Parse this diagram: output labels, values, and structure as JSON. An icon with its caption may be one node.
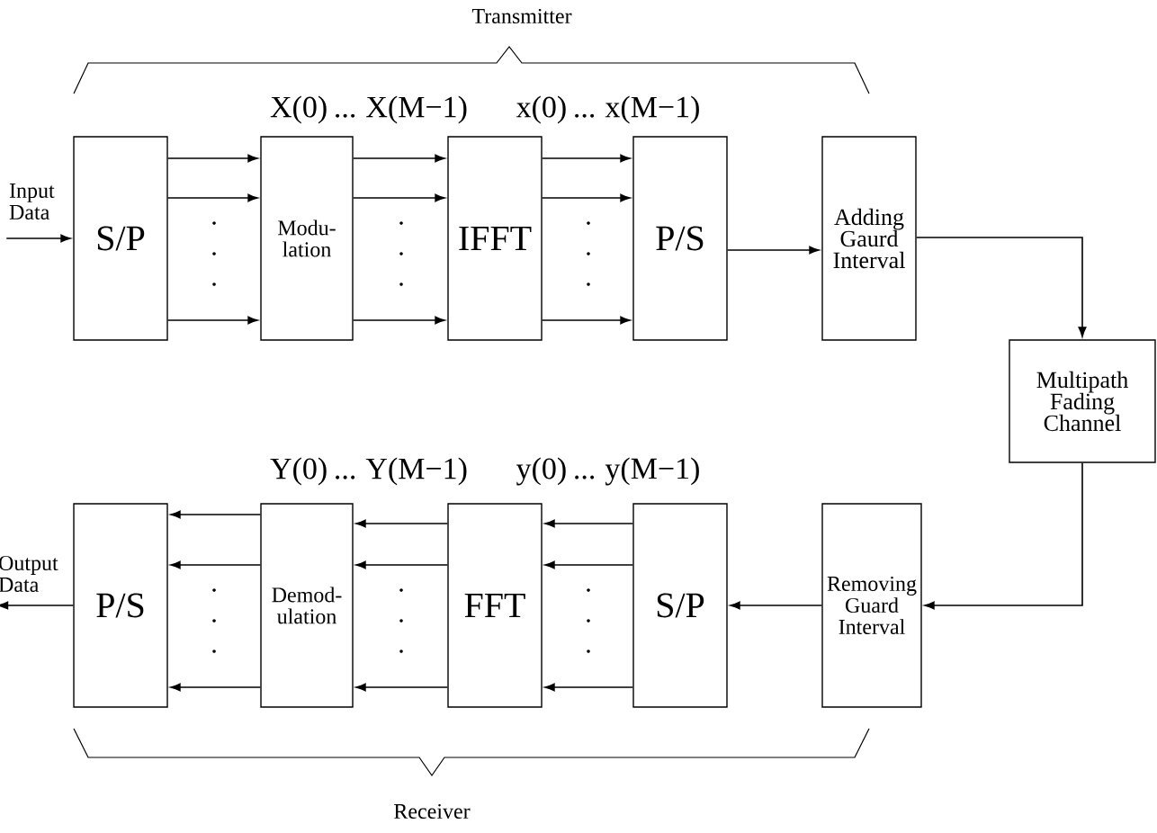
{
  "diagram": {
    "nodes": [
      {
        "text": [
          "S/P"
        ]
      },
      {
        "text": [
          "Modu- lation"
        ]
      },
      {
        "text": [
          "IFFT"
        ]
      },
      {
        "text": [
          "P/S"
        ]
      },
      {
        "text": [
          "Adding Gaurd Interval"
        ]
      },
      {
        "text": [
          "Multipath Fading Channel"
        ]
      },
      {
        "text": [
          "Removing Guard Interval"
        ]
      },
      {
        "text": [
          "S/P"
        ]
      },
      {
        "text": [
          "FFT"
        ]
      },
      {
        "text": [
          "Demod- ulation"
        ]
      },
      {
        "text": [
          "P/S"
        ]
      },
      {
        "text": [
          "Input Data"
        ]
      },
      {
        "text": [
          "Output Data"
        ]
      }
    ],
    "edges": [
      {
        "from": 11,
        "to": 0,
        "arrow": "to"
      },
      {
        "from": 0,
        "to": 1,
        "arrow": "to"
      },
      {
        "from": 0,
        "to": 1,
        "arrow": "to"
      },
      {
        "from": 0,
        "to": 1,
        "arrow": "to"
      },
      {
        "from": 1,
        "to": 2,
        "arrow": "to"
      },
      {
        "from": 1,
        "to": 2,
        "arrow": "to"
      },
      {
        "from": 1,
        "to": 2,
        "arrow": "to"
      },
      {
        "from": 2,
        "to": 3,
        "arrow": "to"
      },
      {
        "from": 2,
        "to": 3,
        "arrow": "to"
      },
      {
        "from": 2,
        "to": 3,
        "arrow": "to"
      },
      {
        "from": 3,
        "to": 4,
        "arrow": "to"
      },
      {
        "from": 4,
        "to": 5,
        "arrow": "to"
      },
      {
        "from": 5,
        "to": 6,
        "arrow": "to"
      },
      {
        "from": 6,
        "to": 7,
        "arrow": "to"
      },
      {
        "from": 7,
        "to": 8,
        "arrow": "to"
      },
      {
        "from": 7,
        "to": 8,
        "arrow": "to"
      },
      {
        "from": 7,
        "to": 8,
        "arrow": "to"
      },
      {
        "from": 8,
        "to": 9,
        "arrow": "to"
      },
      {
        "from": 8,
        "to": 9,
        "arrow": "to"
      },
      {
        "from": 8,
        "to": 9,
        "arrow": "to"
      },
      {
        "from": 9,
        "to": 10,
        "arrow": "to"
      },
      {
        "from": 9,
        "to": 10,
        "arrow": "to"
      },
      {
        "from": 9,
        "to": 10,
        "arrow": "to"
      },
      {
        "from": 10,
        "to": 12,
        "arrow": "to"
      }
    ],
    "labels": [
      "Transmitter",
      "X(0) ... X(M−1)",
      "x(0) ... x(M−1)",
      "Y(0) ... Y(M−1)",
      "y(0) ... y(M−1)",
      "Receiver"
    ]
  }
}
